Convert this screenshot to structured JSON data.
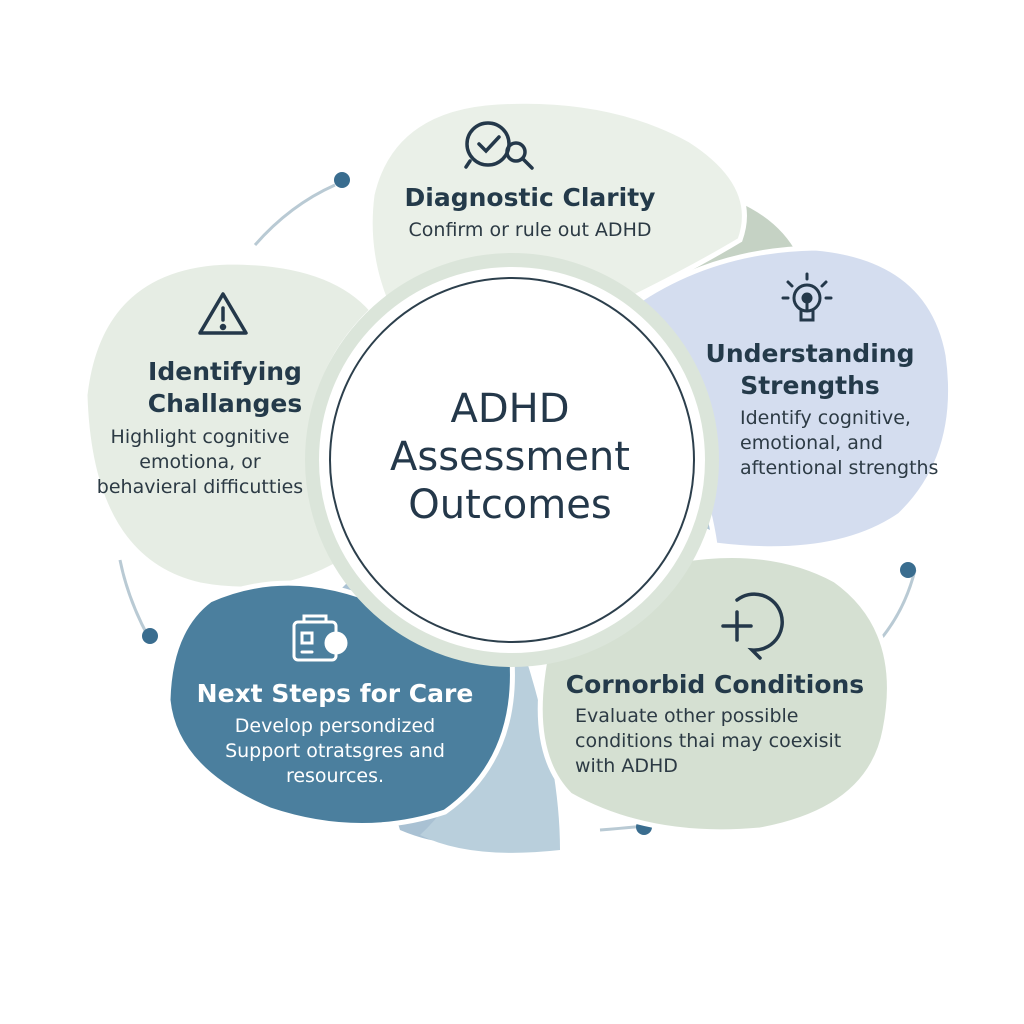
{
  "center": {
    "title": "ADHD Assessment Outcomes"
  },
  "segments": [
    {
      "id": "diagnostic-clarity",
      "title": "Diagnostic Clarity",
      "description": "Confirm or rule out ADHD",
      "icon": "magnifier-check-icon"
    },
    {
      "id": "understanding-strengths",
      "title": "Understanding Strengths",
      "description": "Identify cognitive, emotional, and aftentional strengths",
      "icon": "lightbulb-icon"
    },
    {
      "id": "comorbid-conditions",
      "title": "Cornorbid Conditions",
      "description": "Evaluate other possible conditions thai may coexisit with ADHD",
      "icon": "plus-circle-icon"
    },
    {
      "id": "next-steps",
      "title": "Next Steps for Care",
      "description": "Develop persondized Support otratsgres and resources.",
      "icon": "clipboard-plan-icon"
    },
    {
      "id": "identifying-challenges",
      "title": "Identifying Challanges",
      "description": "Highlight cognitive emotiona, or behavieral difficutties",
      "icon": "warning-triangle-icon"
    }
  ],
  "colors": {
    "sage_light": "#e9efe7",
    "sage_mid": "#d6e0d2",
    "blue_light": "#d5deee",
    "blue_dark": "#4b7f9e",
    "text_dark": "#243a4a",
    "dot": "#3a6d8f"
  }
}
